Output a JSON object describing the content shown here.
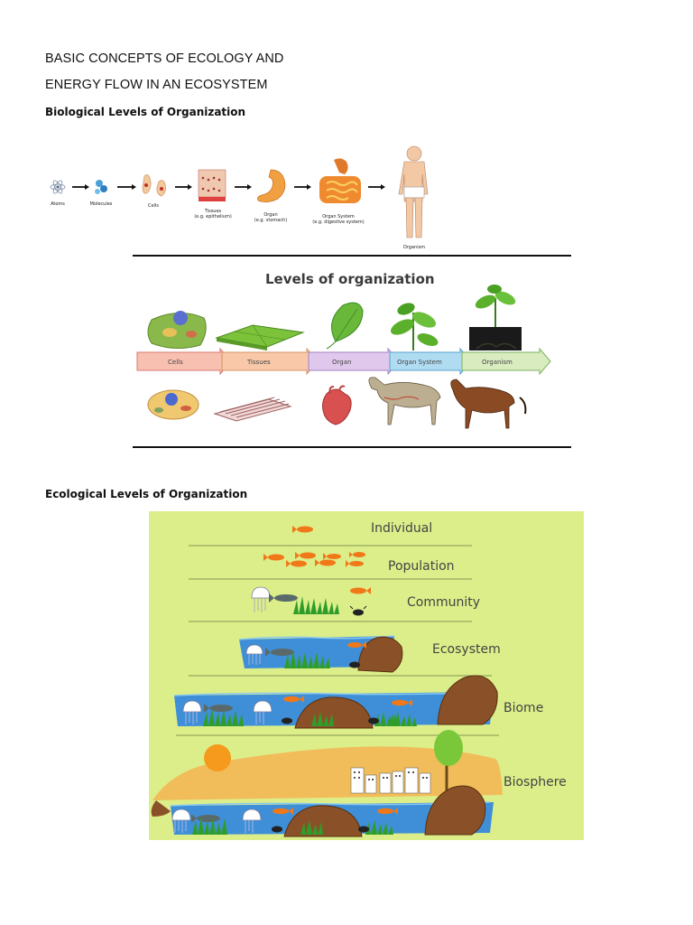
{
  "title": {
    "line1": "BASIC CONCEPTS OF ECOLOGY AND",
    "line2": "ENERGY FLOW IN AN ECOSYSTEM"
  },
  "biological": {
    "heading": "Biological Levels of Organization",
    "figure1_labels": {
      "atoms": "Atoms",
      "molecules": "Molecules",
      "cells": "Cells",
      "tissues": "Tissues",
      "tissues_eg": "(e.g. epithelium)",
      "organ": "Organ",
      "organ_eg": "(e.g. stomach)",
      "organ_system": "Organ System",
      "organ_system_eg": "(e.g. digestive system)",
      "organism": "Organism"
    },
    "figure2": {
      "title": "Levels of organization",
      "arrows": [
        "Cells",
        "Tissues",
        "Organ",
        "Organ System",
        "Organism"
      ]
    }
  },
  "ecological": {
    "heading": "Ecological Levels of Organization",
    "levels": [
      "Individual",
      "Population",
      "Community",
      "Ecosystem",
      "Biome",
      "Biosphere"
    ]
  },
  "colors": {
    "eco_background": "#dcee8a",
    "water": "#3f8fd8",
    "fish": "#f07818",
    "rock": "#8a5128",
    "sand": "#f1bd5a",
    "sun": "#f59a1c",
    "grass": "#2f9d2a"
  }
}
